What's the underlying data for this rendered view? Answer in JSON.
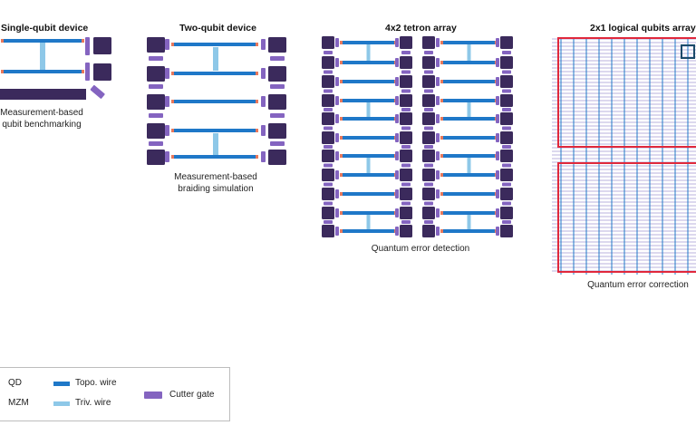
{
  "panels": [
    {
      "title": "Single-qubit device",
      "caption": [
        "Measurement-based",
        "qubit benchmarking"
      ]
    },
    {
      "title": "Two-qubit device",
      "caption": [
        "Measurement-based",
        "braiding simulation"
      ]
    },
    {
      "title": "4x2 tetron array",
      "caption": [
        "Quantum error detection"
      ]
    },
    {
      "title": "2x1 logical qubits array",
      "caption": [
        "Quantum error correction"
      ]
    }
  ],
  "legend": {
    "qd": "QD",
    "mzm": "MZM",
    "topo_wire": "Topo. wire",
    "triv_wire": "Triv. wire",
    "cutter_gate": "Cutter gate"
  },
  "colors": {
    "qd": "#3b2a5c",
    "cutter": "#8464c0",
    "topo": "#1f78c8",
    "triv": "#8ec8e8",
    "mzm": "#e8785c",
    "grid": "#b9b2dc",
    "logical_outline": "#e0283c"
  }
}
